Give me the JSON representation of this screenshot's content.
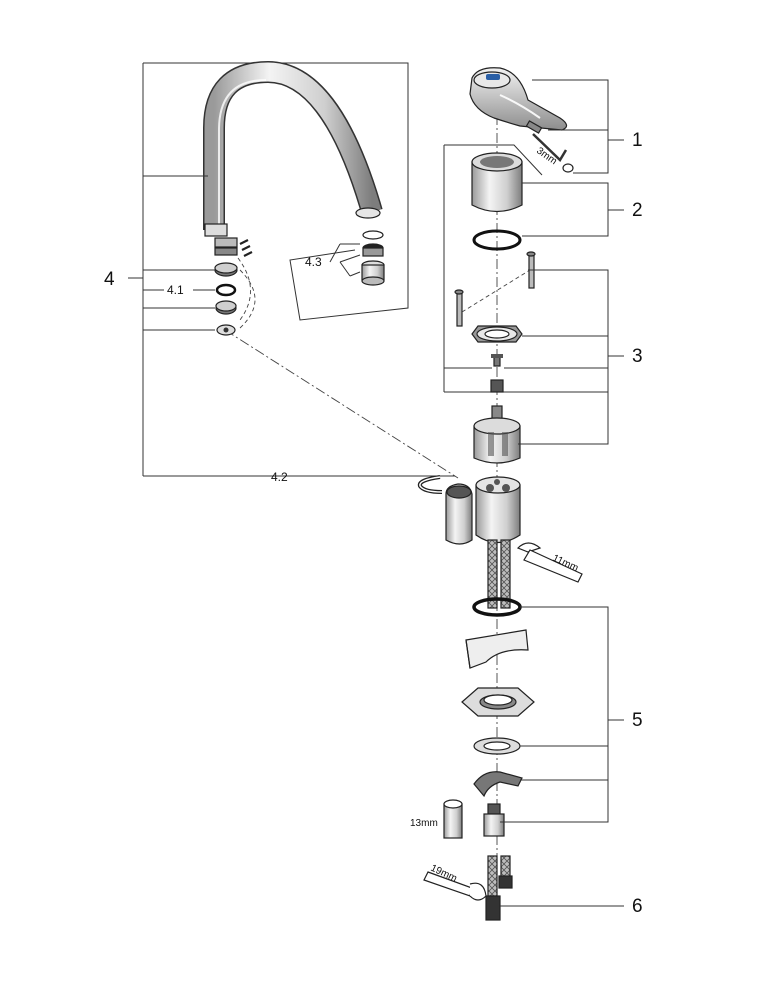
{
  "callouts": {
    "c1": "1",
    "c2": "2",
    "c3": "3",
    "c4": "4",
    "c5": "5",
    "c6": "6",
    "c4_1": "4.1",
    "c4_2": "4.2",
    "c4_3": "4.3"
  },
  "tools": {
    "hex_key": "3mm",
    "wrench_cartridge": "11mm",
    "socket_nut": "13mm",
    "wrench_hose": "19mm"
  },
  "colors": {
    "line": "#333333",
    "part_light": "#eeeeee",
    "part_mid": "#cfcfcf",
    "part_dark": "#8a8a8a"
  }
}
